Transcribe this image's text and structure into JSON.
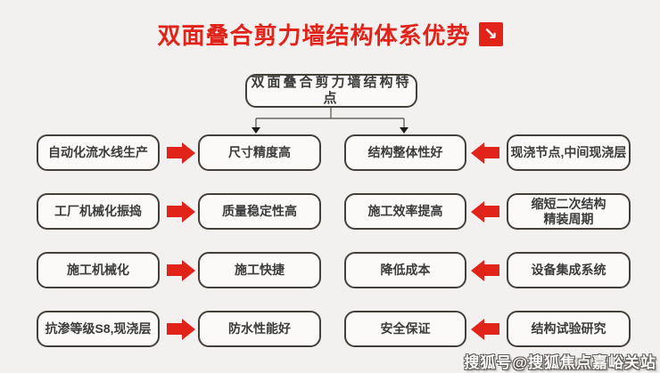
{
  "title": {
    "text": "双面叠合剪力墙结构体系优势",
    "arrow_icon": "↘"
  },
  "root_box": {
    "label": "双面叠合剪力墙结构特点"
  },
  "rows": [
    {
      "left_source": "自动化流水线生产",
      "left_result": "尺寸精度高",
      "right_result": "结构整体性好",
      "right_source": "现浇节点,中间现浇层"
    },
    {
      "left_source": "工厂机械化振捣",
      "left_result": "质量稳定性高",
      "right_result": "施工效率提高",
      "right_source": "缩短二次结构\n精装周期"
    },
    {
      "left_source": "施工机械化",
      "left_result": "施工快捷",
      "right_result": "降低成本",
      "right_source": "设备集成系统"
    },
    {
      "left_source": "抗渗等级S8,现浇层",
      "left_result": "防水性能好",
      "right_result": "安全保证",
      "right_source": "结构试验研究"
    }
  ],
  "watermark": {
    "text": "搜狐号@搜狐焦点嘉峪关站"
  },
  "colors": {
    "accent_red": "#e2231a",
    "box_border": "#453f3a",
    "background": "#f2f1ef",
    "connector_line": "#6b6560"
  }
}
